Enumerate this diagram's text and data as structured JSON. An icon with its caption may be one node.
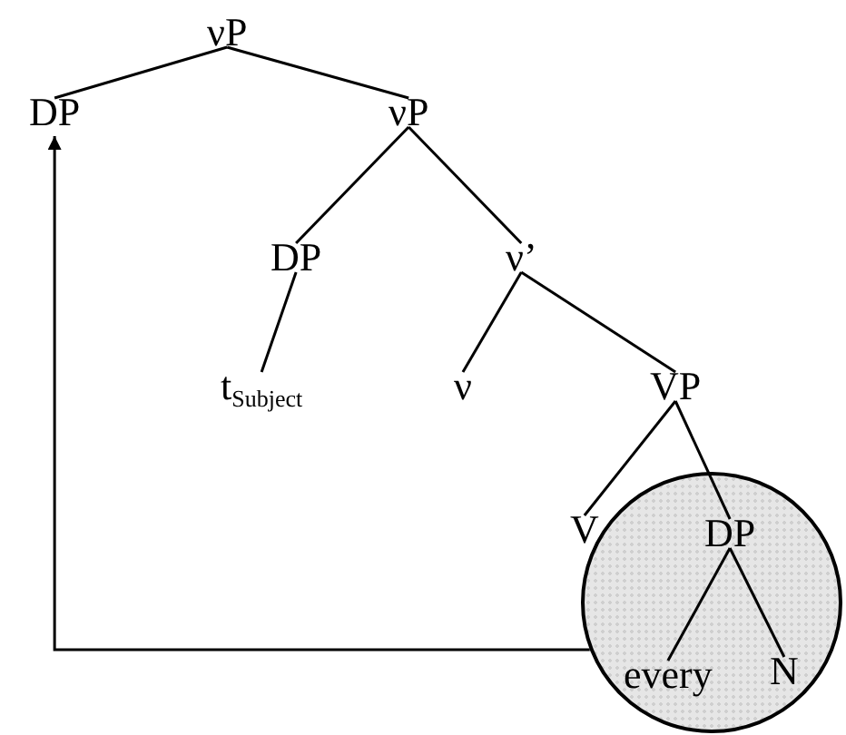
{
  "diagram": {
    "nodes": [
      {
        "text": [
          "νP"
        ]
      },
      {
        "text": [
          "DP"
        ]
      },
      {
        "text": [
          "νP"
        ]
      },
      {
        "text": [
          "DP"
        ]
      },
      {
        "text": [
          "ν’"
        ]
      },
      {
        "text": [
          "t$_{Subject}$"
        ]
      },
      {
        "text": [
          "ν"
        ]
      },
      {
        "text": [
          "VP"
        ]
      },
      {
        "text": [
          "V"
        ]
      },
      {
        "text": [],
        "shape": "circle"
      },
      {
        "text": [
          "DP"
        ],
        "in": 9
      },
      {
        "text": [
          "every"
        ],
        "in": 9
      },
      {
        "text": [
          "N"
        ],
        "in": 9
      }
    ],
    "edges": [
      {
        "from": 0,
        "to": 1,
        "arrow": "none"
      },
      {
        "from": 0,
        "to": 2,
        "arrow": "none"
      },
      {
        "from": 2,
        "to": 3,
        "arrow": "none"
      },
      {
        "from": 2,
        "to": 4,
        "arrow": "none"
      },
      {
        "from": 3,
        "to": 5,
        "arrow": "none"
      },
      {
        "from": 4,
        "to": 6,
        "arrow": "none"
      },
      {
        "from": 4,
        "to": 7,
        "arrow": "none"
      },
      {
        "from": 7,
        "to": 8,
        "arrow": "none"
      },
      {
        "from": 7,
        "to": 10,
        "arrow": "none"
      },
      {
        "from": 10,
        "to": 11,
        "arrow": "none"
      },
      {
        "from": 10,
        "to": 12,
        "arrow": "none"
      },
      {
        "from": 9,
        "to": 1,
        "arrow": "to"
      }
    ]
  }
}
